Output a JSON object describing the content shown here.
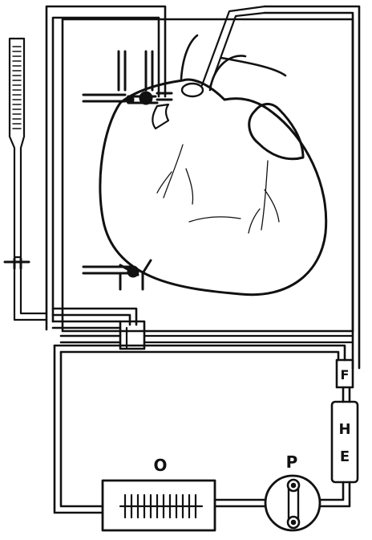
{
  "diagram": {
    "colors": {
      "ink": "#111111",
      "paper": "#ffffff"
    },
    "labels": {
      "filter": "F",
      "heat_exchanger_h": "H",
      "heat_exchanger_e": "E",
      "oxygenator": "O",
      "pump": "P"
    }
  }
}
